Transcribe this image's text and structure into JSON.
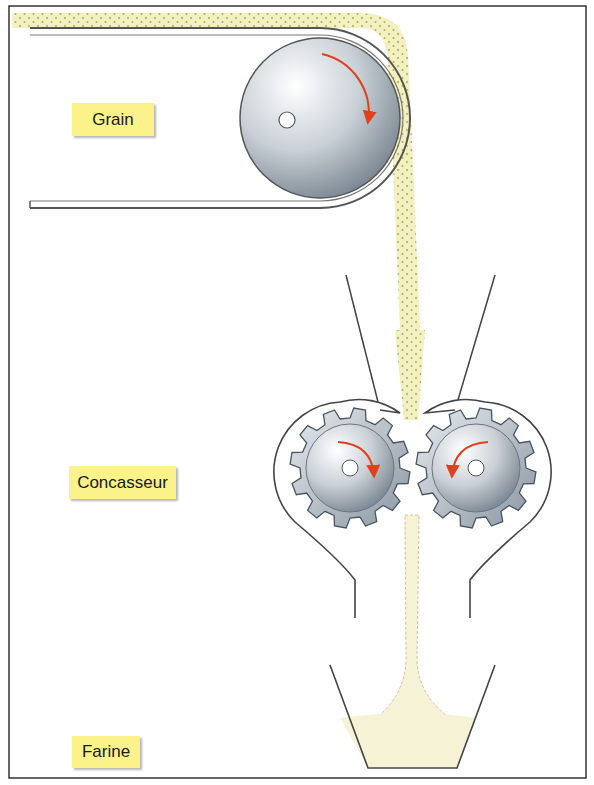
{
  "diagram": {
    "nodes": [
      {
        "text": [
          "Grain"
        ]
      },
      {
        "text": [
          "Concasseur"
        ]
      },
      {
        "text": [
          "Farine"
        ]
      }
    ]
  }
}
